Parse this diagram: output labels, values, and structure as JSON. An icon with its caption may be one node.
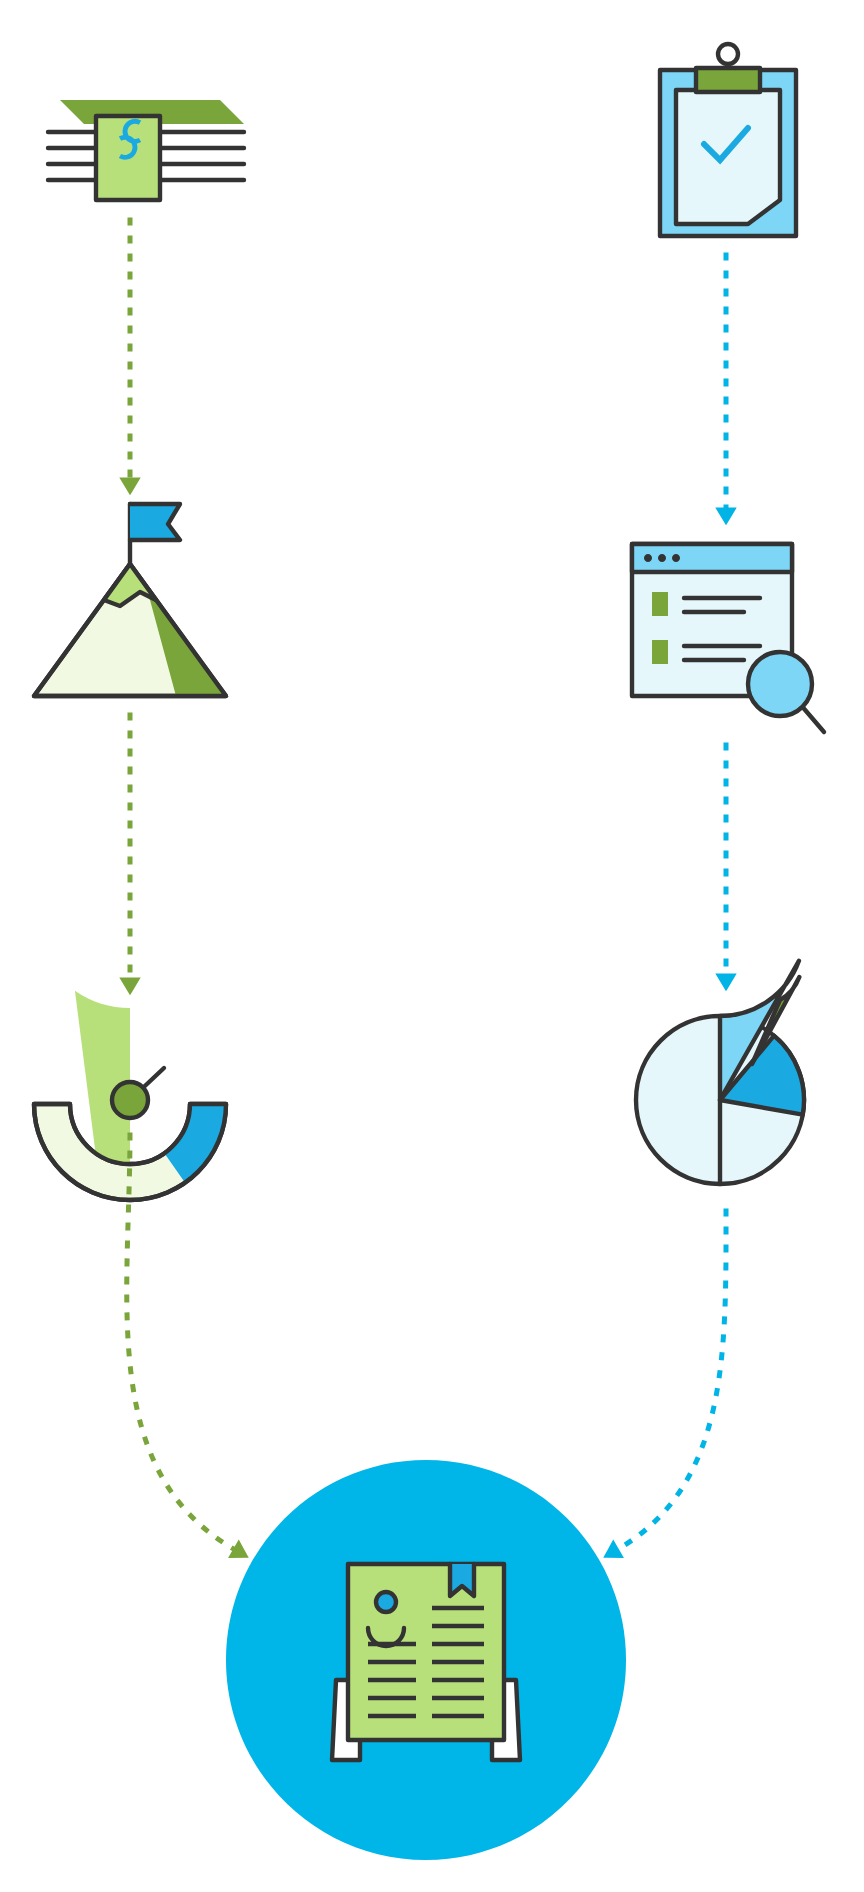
{
  "diagram": {
    "nodes": [
      {
        "text": [],
        "shape": "picture"
      },
      {
        "text": [],
        "shape": "picture"
      },
      {
        "text": [],
        "shape": "picture"
      },
      {
        "text": [],
        "shape": "picture"
      },
      {
        "text": [],
        "shape": "picture"
      },
      {
        "text": [],
        "shape": "picture"
      },
      {
        "text": [],
        "shape": "circle"
      }
    ],
    "edges": [
      {
        "from": 0,
        "to": 1,
        "arrow": "to",
        "style": "dashed",
        "color": "#7aa53a"
      },
      {
        "from": 1,
        "to": 2,
        "arrow": "to",
        "style": "dashed",
        "color": "#7aa53a"
      },
      {
        "from": 2,
        "to": 6,
        "arrow": "to",
        "style": "dashed",
        "color": "#7aa53a"
      },
      {
        "from": 3,
        "to": 4,
        "arrow": "to",
        "style": "dashed",
        "color": "#00b4e6"
      },
      {
        "from": 4,
        "to": 5,
        "arrow": "to",
        "style": "dashed",
        "color": "#00b4e6"
      },
      {
        "from": 5,
        "to": 6,
        "arrow": "to",
        "style": "dashed",
        "color": "#00b4e6"
      }
    ]
  }
}
